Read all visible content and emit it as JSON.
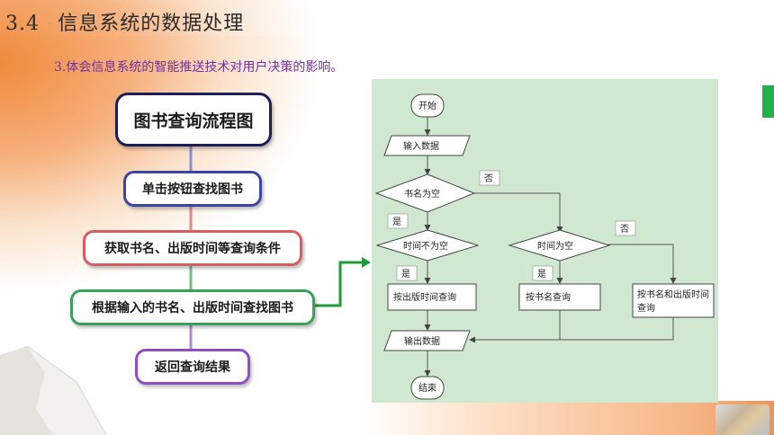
{
  "header": {
    "number": "3.4",
    "title": "信息系统的数据处理"
  },
  "subtitle": "3.体会信息系统的智能推送技术对用户决策的影响。",
  "left_chart": {
    "title": "图书查询流程图",
    "steps": [
      "单击按钮查找图书",
      "获取书名、出版时间等查询条件",
      "根据输入的书名、出版时间查找图书",
      "返回查询结果"
    ]
  },
  "flowchart": {
    "start": "开始",
    "input": "输入数据",
    "cond_name_empty": "书名为空",
    "no_1": "否",
    "yes_1": "是",
    "cond_time_not_empty": "时间不为空",
    "cond_time_empty": "时间为空",
    "no_2": "否",
    "yes_2": "是",
    "yes_3": "是",
    "search_by_time": "按出版时间查询",
    "search_by_name": "按书名查询",
    "search_by_both_line1": "按书名和出版时间",
    "search_by_both_line2": "查询",
    "output": "输出数据",
    "end": "结束"
  },
  "colors": {
    "accent_orange": "#f08a3c",
    "flow_bg": "#cfe8cf",
    "green_tab": "#22b04b",
    "arrow_green": "#1f9a3c",
    "subtitle_purple": "#7030a0"
  }
}
